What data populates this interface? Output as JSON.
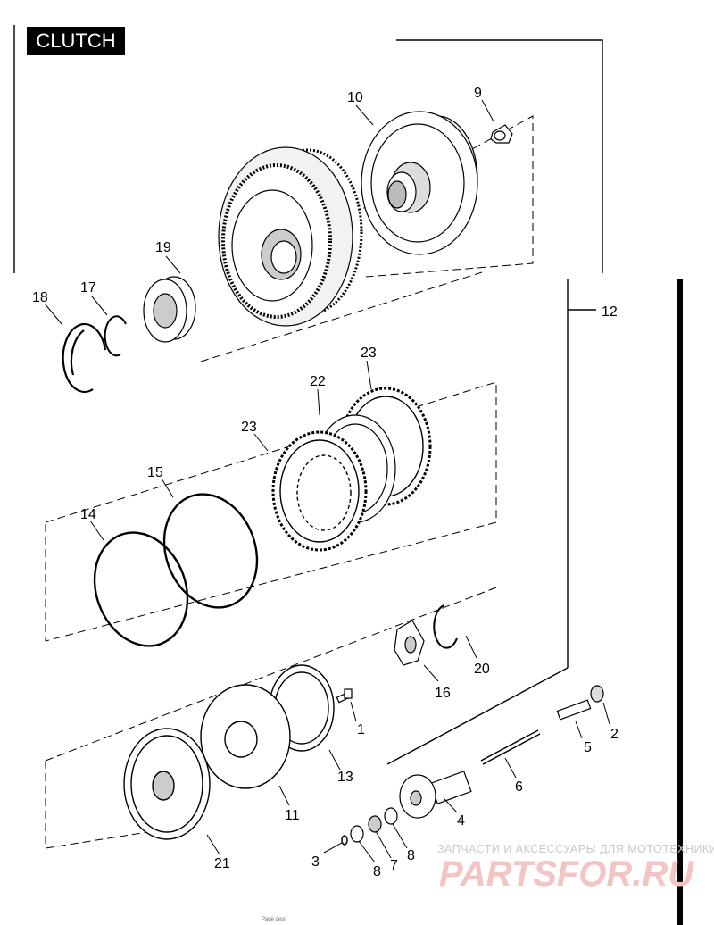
{
  "title": "CLUTCH",
  "callouts": {
    "c1": "1",
    "c2": "2",
    "c3": "3",
    "c4": "4",
    "c5": "5",
    "c6": "6",
    "c7": "7",
    "c8a": "8",
    "c8b": "8",
    "c9": "9",
    "c10": "10",
    "c11": "11",
    "c12": "12",
    "c13": "13",
    "c14": "14",
    "c15": "15",
    "c16": "16",
    "c17": "17",
    "c18": "18",
    "c19": "19",
    "c20": "20",
    "c21": "21",
    "c22": "22",
    "c23a": "23",
    "c23b": "23"
  },
  "watermark": {
    "tagline": "ЗАПЧАСТИ И АКСЕССУАРЫ ДЛЯ МОТОТЕХНИКИ",
    "logo": "PARTSFOR.RU"
  },
  "footer": "Page desi"
}
